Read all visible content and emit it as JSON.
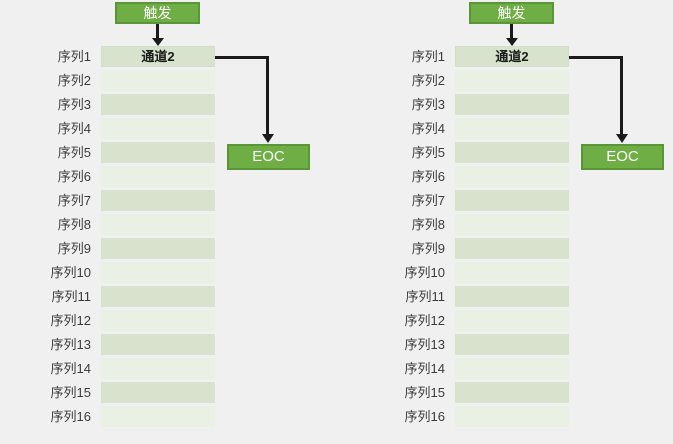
{
  "colors": {
    "background": "#F0F0F0",
    "shape_fill": "#6FAE44",
    "shape_border": "#5A9637",
    "shape_text": "#FFFFFF",
    "row_dark": "#D7E3CC",
    "row_light": "#EAF0E4",
    "arrow": "#1B1B1B",
    "label_text": "#3B3B3B"
  },
  "panels": [
    {
      "trigger_label": "触发",
      "eoc_label": "EOC",
      "rows": [
        {
          "label": "序列1",
          "value": "通道2"
        },
        {
          "label": "序列2",
          "value": ""
        },
        {
          "label": "序列3",
          "value": ""
        },
        {
          "label": "序列4",
          "value": ""
        },
        {
          "label": "序列5",
          "value": ""
        },
        {
          "label": "序列6",
          "value": ""
        },
        {
          "label": "序列7",
          "value": ""
        },
        {
          "label": "序列8",
          "value": ""
        },
        {
          "label": "序列9",
          "value": ""
        },
        {
          "label": "序列10",
          "value": ""
        },
        {
          "label": "序列11",
          "value": ""
        },
        {
          "label": "序列12",
          "value": ""
        },
        {
          "label": "序列13",
          "value": ""
        },
        {
          "label": "序列14",
          "value": ""
        },
        {
          "label": "序列15",
          "value": ""
        },
        {
          "label": "序列16",
          "value": ""
        }
      ],
      "connections": [
        {
          "from": "触发",
          "to": "序列1"
        },
        {
          "from": "序列1",
          "to": "EOC"
        }
      ]
    },
    {
      "trigger_label": "触发",
      "eoc_label": "EOC",
      "rows": [
        {
          "label": "序列1",
          "value": "通道2"
        },
        {
          "label": "序列2",
          "value": ""
        },
        {
          "label": "序列3",
          "value": ""
        },
        {
          "label": "序列4",
          "value": ""
        },
        {
          "label": "序列5",
          "value": ""
        },
        {
          "label": "序列6",
          "value": ""
        },
        {
          "label": "序列7",
          "value": ""
        },
        {
          "label": "序列8",
          "value": ""
        },
        {
          "label": "序列9",
          "value": ""
        },
        {
          "label": "序列10",
          "value": ""
        },
        {
          "label": "序列11",
          "value": ""
        },
        {
          "label": "序列12",
          "value": ""
        },
        {
          "label": "序列13",
          "value": ""
        },
        {
          "label": "序列14",
          "value": ""
        },
        {
          "label": "序列15",
          "value": ""
        },
        {
          "label": "序列16",
          "value": ""
        }
      ],
      "connections": [
        {
          "from": "触发",
          "to": "序列1"
        },
        {
          "from": "序列1",
          "to": "EOC"
        }
      ]
    }
  ]
}
